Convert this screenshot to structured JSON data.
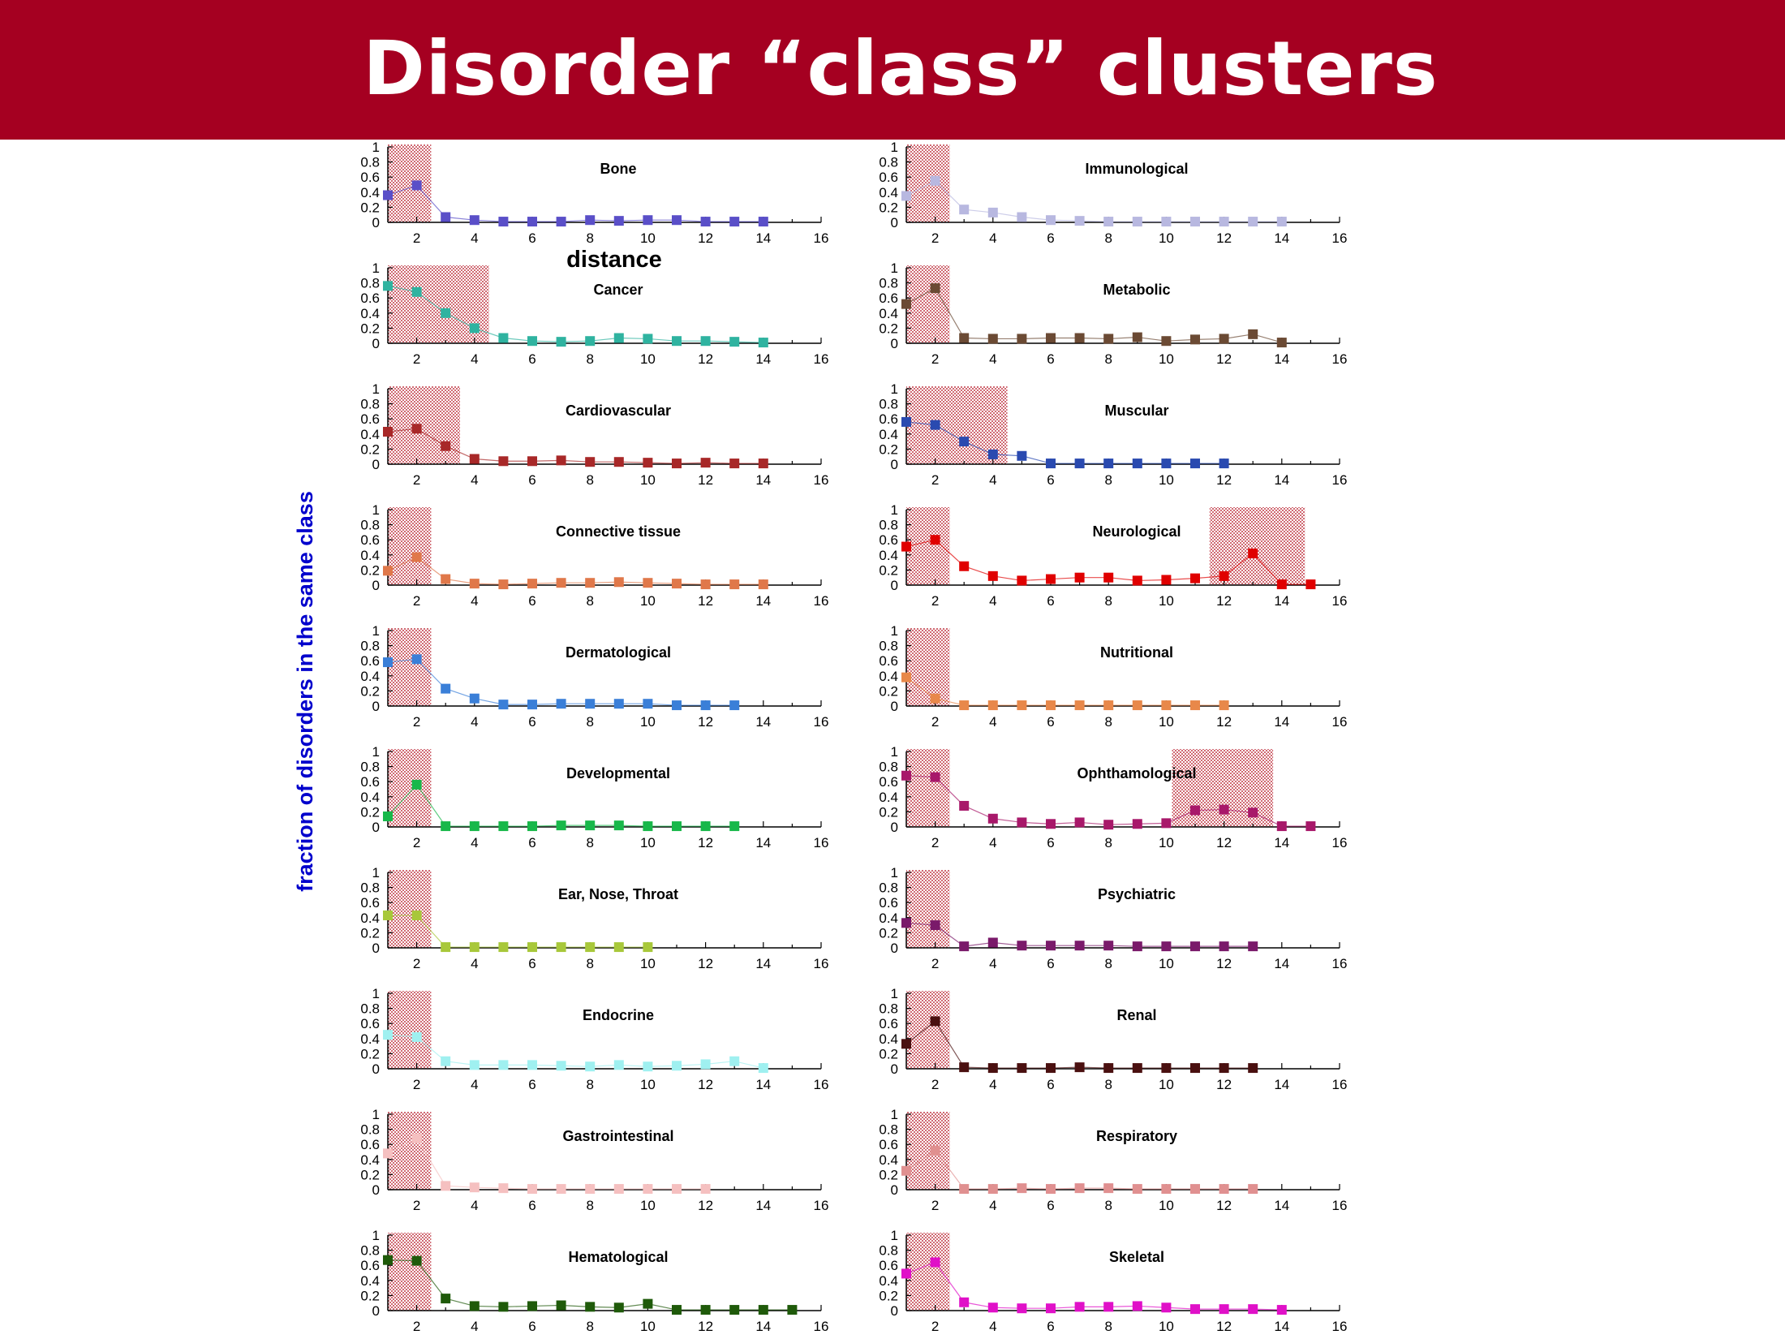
{
  "page": {
    "title": "Disorder “class” clusters",
    "xlabel": "distance",
    "ylabel": "fraction of disorders in the same class"
  },
  "colors": {
    "banner": "#a50021",
    "ylabel": "#0000cc",
    "shade": "#c8505a"
  },
  "chart_data": [
    {
      "type": "line",
      "title": "Bone",
      "column": "left",
      "color": "#5a4fc8",
      "xlim": [
        1,
        16
      ],
      "ylim": [
        0,
        1
      ],
      "x": [
        1,
        2,
        3,
        4,
        5,
        6,
        7,
        8,
        9,
        10,
        11,
        12,
        13,
        14
      ],
      "y": [
        0.36,
        0.49,
        0.07,
        0.03,
        0.01,
        0.01,
        0.01,
        0.03,
        0.02,
        0.03,
        0.03,
        0.01,
        0.01,
        0.01
      ],
      "highlight": [
        [
          1,
          2.5
        ]
      ]
    },
    {
      "type": "line",
      "title": "Cancer",
      "column": "left",
      "color": "#2fb3a0",
      "xlim": [
        1,
        16
      ],
      "ylim": [
        0,
        1
      ],
      "x": [
        1,
        2,
        3,
        4,
        5,
        6,
        7,
        8,
        9,
        10,
        11,
        12,
        13,
        14
      ],
      "y": [
        0.76,
        0.68,
        0.4,
        0.2,
        0.07,
        0.03,
        0.02,
        0.03,
        0.07,
        0.06,
        0.03,
        0.03,
        0.02,
        0.01
      ],
      "highlight": [
        [
          1,
          2.5
        ],
        [
          2.5,
          4.5
        ]
      ]
    },
    {
      "type": "line",
      "title": "Cardiovascular",
      "column": "left",
      "color": "#a82828",
      "xlim": [
        1,
        16
      ],
      "ylim": [
        0,
        1
      ],
      "x": [
        1,
        2,
        3,
        4,
        5,
        6,
        7,
        8,
        9,
        10,
        11,
        12,
        13,
        14
      ],
      "y": [
        0.43,
        0.47,
        0.24,
        0.07,
        0.04,
        0.04,
        0.05,
        0.03,
        0.03,
        0.02,
        0.01,
        0.02,
        0.01,
        0.01
      ],
      "highlight": [
        [
          1,
          2.5
        ],
        [
          2.5,
          3.5
        ]
      ]
    },
    {
      "type": "line",
      "title": "Connective tissue",
      "column": "left",
      "color": "#e0784a",
      "xlim": [
        1,
        16
      ],
      "ylim": [
        0,
        1
      ],
      "x": [
        1,
        2,
        3,
        4,
        5,
        6,
        7,
        8,
        9,
        10,
        11,
        12,
        13,
        14
      ],
      "y": [
        0.19,
        0.37,
        0.08,
        0.02,
        0.01,
        0.02,
        0.03,
        0.03,
        0.04,
        0.03,
        0.02,
        0.01,
        0.01,
        0.01
      ],
      "highlight": [
        [
          1,
          2.5
        ]
      ]
    },
    {
      "type": "line",
      "title": "Dermatological",
      "column": "left",
      "color": "#3a7fd8",
      "xlim": [
        1,
        16
      ],
      "ylim": [
        0,
        1
      ],
      "x": [
        1,
        2,
        3,
        4,
        5,
        6,
        7,
        8,
        9,
        10,
        11,
        12,
        13
      ],
      "y": [
        0.58,
        0.62,
        0.23,
        0.1,
        0.02,
        0.02,
        0.03,
        0.03,
        0.03,
        0.03,
        0.01,
        0.01,
        0.01
      ],
      "highlight": [
        [
          1,
          2.5
        ]
      ]
    },
    {
      "type": "line",
      "title": "Developmental",
      "column": "left",
      "color": "#18b84a",
      "xlim": [
        1,
        16
      ],
      "ylim": [
        0,
        1
      ],
      "x": [
        1,
        2,
        3,
        4,
        5,
        6,
        7,
        8,
        9,
        10,
        11,
        12,
        13
      ],
      "y": [
        0.14,
        0.56,
        0.01,
        0.01,
        0.01,
        0.01,
        0.02,
        0.02,
        0.02,
        0.01,
        0.01,
        0.01,
        0.01
      ],
      "highlight": [
        [
          1,
          2.5
        ]
      ]
    },
    {
      "type": "line",
      "title": "Ear, Nose, Throat",
      "column": "left",
      "color": "#a8c83a",
      "xlim": [
        1,
        16
      ],
      "ylim": [
        0,
        1
      ],
      "x": [
        1,
        2,
        3,
        4,
        5,
        6,
        7,
        8,
        9,
        10
      ],
      "y": [
        0.43,
        0.43,
        0.01,
        0.01,
        0.01,
        0.01,
        0.01,
        0.01,
        0.01,
        0.01
      ],
      "highlight": [
        [
          1,
          2.5
        ]
      ]
    },
    {
      "type": "line",
      "title": "Endocrine",
      "column": "left",
      "color": "#9ff0f0",
      "xlim": [
        1,
        16
      ],
      "ylim": [
        0,
        1
      ],
      "x": [
        1,
        2,
        3,
        4,
        5,
        6,
        7,
        8,
        9,
        10,
        11,
        12,
        13,
        14
      ],
      "y": [
        0.45,
        0.42,
        0.1,
        0.05,
        0.05,
        0.05,
        0.04,
        0.03,
        0.05,
        0.03,
        0.04,
        0.06,
        0.1,
        0.01
      ],
      "highlight": [
        [
          1,
          2.5
        ]
      ]
    },
    {
      "type": "line",
      "title": "Gastrointestinal",
      "column": "left",
      "color": "#f5c0c0",
      "xlim": [
        1,
        16
      ],
      "ylim": [
        0,
        1
      ],
      "x": [
        1,
        2,
        3,
        4,
        5,
        6,
        7,
        8,
        9,
        10,
        11,
        12
      ],
      "y": [
        0.48,
        0.68,
        0.05,
        0.03,
        0.02,
        0.01,
        0.01,
        0.01,
        0.01,
        0.01,
        0.01,
        0.01
      ],
      "highlight": [
        [
          1,
          2.5
        ]
      ]
    },
    {
      "type": "line",
      "title": "Hematological",
      "column": "left",
      "color": "#1f5a0a",
      "xlim": [
        1,
        16
      ],
      "ylim": [
        0,
        1
      ],
      "x": [
        1,
        2,
        3,
        4,
        5,
        6,
        7,
        8,
        9,
        10,
        11,
        12,
        13,
        14,
        15
      ],
      "y": [
        0.67,
        0.66,
        0.16,
        0.06,
        0.05,
        0.06,
        0.07,
        0.05,
        0.04,
        0.09,
        0.01,
        0.01,
        0.01,
        0.01,
        0.01
      ],
      "highlight": [
        [
          1,
          2.5
        ]
      ]
    },
    {
      "type": "line",
      "title": "Immunological",
      "column": "right",
      "color": "#b8b8e0",
      "xlim": [
        1,
        16
      ],
      "ylim": [
        0,
        1
      ],
      "x": [
        1,
        2,
        3,
        4,
        5,
        6,
        7,
        8,
        9,
        10,
        11,
        12,
        13,
        14
      ],
      "y": [
        0.35,
        0.55,
        0.17,
        0.13,
        0.07,
        0.03,
        0.02,
        0.01,
        0.01,
        0.01,
        0.01,
        0.01,
        0.01,
        0.01
      ],
      "highlight": [
        [
          1,
          2.5
        ]
      ]
    },
    {
      "type": "line",
      "title": "Metabolic",
      "column": "right",
      "color": "#6b4a34",
      "xlim": [
        1,
        16
      ],
      "ylim": [
        0,
        1
      ],
      "x": [
        1,
        2,
        3,
        4,
        5,
        6,
        7,
        8,
        9,
        10,
        11,
        12,
        13,
        14
      ],
      "y": [
        0.52,
        0.73,
        0.07,
        0.06,
        0.06,
        0.07,
        0.07,
        0.06,
        0.08,
        0.03,
        0.05,
        0.06,
        0.12,
        0.01
      ],
      "highlight": [
        [
          1,
          2.5
        ]
      ]
    },
    {
      "type": "line",
      "title": "Muscular",
      "column": "right",
      "color": "#2a4ab0",
      "xlim": [
        1,
        16
      ],
      "ylim": [
        0,
        1
      ],
      "x": [
        1,
        2,
        3,
        4,
        5,
        6,
        7,
        8,
        9,
        10,
        11,
        12
      ],
      "y": [
        0.56,
        0.52,
        0.3,
        0.13,
        0.11,
        0.01,
        0.01,
        0.01,
        0.01,
        0.01,
        0.01,
        0.01
      ],
      "highlight": [
        [
          1,
          2.5
        ],
        [
          2.5,
          4.5
        ]
      ]
    },
    {
      "type": "line",
      "title": "Neurological",
      "column": "right",
      "color": "#e00000",
      "xlim": [
        1,
        16
      ],
      "ylim": [
        0,
        1
      ],
      "x": [
        1,
        2,
        3,
        4,
        5,
        6,
        7,
        8,
        9,
        10,
        11,
        12,
        13,
        14,
        15
      ],
      "y": [
        0.51,
        0.6,
        0.25,
        0.12,
        0.06,
        0.08,
        0.1,
        0.1,
        0.06,
        0.07,
        0.09,
        0.12,
        0.42,
        0.01,
        0.01
      ],
      "highlight": [
        [
          1,
          2.5
        ],
        [
          11.5,
          14.8
        ]
      ]
    },
    {
      "type": "line",
      "title": "Nutritional",
      "column": "right",
      "color": "#e8884a",
      "xlim": [
        1,
        16
      ],
      "ylim": [
        0,
        1
      ],
      "x": [
        1,
        2,
        3,
        4,
        5,
        6,
        7,
        8,
        9,
        10,
        11,
        12
      ],
      "y": [
        0.38,
        0.1,
        0.01,
        0.01,
        0.01,
        0.01,
        0.01,
        0.01,
        0.01,
        0.01,
        0.01,
        0.01
      ],
      "highlight": [
        [
          1,
          2.5
        ]
      ]
    },
    {
      "type": "line",
      "title": "Ophthamological",
      "column": "right",
      "color": "#a8186a",
      "xlim": [
        1,
        16
      ],
      "ylim": [
        0,
        1
      ],
      "x": [
        1,
        2,
        3,
        4,
        5,
        6,
        7,
        8,
        9,
        10,
        11,
        12,
        13,
        14,
        15
      ],
      "y": [
        0.68,
        0.66,
        0.28,
        0.11,
        0.06,
        0.04,
        0.06,
        0.03,
        0.04,
        0.05,
        0.22,
        0.23,
        0.19,
        0.01,
        0.01
      ],
      "highlight": [
        [
          1,
          2.5
        ],
        [
          10.2,
          13.7
        ]
      ]
    },
    {
      "type": "line",
      "title": "Psychiatric",
      "column": "right",
      "color": "#7a1a6a",
      "xlim": [
        1,
        16
      ],
      "ylim": [
        0,
        1
      ],
      "x": [
        1,
        2,
        3,
        4,
        5,
        6,
        7,
        8,
        9,
        10,
        11,
        12,
        13
      ],
      "y": [
        0.33,
        0.3,
        0.02,
        0.07,
        0.03,
        0.03,
        0.03,
        0.03,
        0.02,
        0.02,
        0.02,
        0.02,
        0.02
      ],
      "highlight": [
        [
          1,
          2.5
        ]
      ]
    },
    {
      "type": "line",
      "title": "Renal",
      "column": "right",
      "color": "#4a1010",
      "xlim": [
        1,
        16
      ],
      "ylim": [
        0,
        1
      ],
      "x": [
        1,
        2,
        3,
        4,
        5,
        6,
        7,
        8,
        9,
        10,
        11,
        12,
        13
      ],
      "y": [
        0.33,
        0.63,
        0.02,
        0.01,
        0.01,
        0.01,
        0.02,
        0.01,
        0.01,
        0.01,
        0.01,
        0.01,
        0.01
      ],
      "highlight": [
        [
          1,
          2.5
        ]
      ]
    },
    {
      "type": "line",
      "title": "Respiratory",
      "column": "right",
      "color": "#e09090",
      "xlim": [
        1,
        16
      ],
      "ylim": [
        0,
        1
      ],
      "x": [
        1,
        2,
        3,
        4,
        5,
        6,
        7,
        8,
        9,
        10,
        11,
        12,
        13
      ],
      "y": [
        0.25,
        0.52,
        0.01,
        0.01,
        0.02,
        0.01,
        0.02,
        0.02,
        0.01,
        0.01,
        0.01,
        0.01,
        0.01
      ],
      "highlight": [
        [
          1,
          2.5
        ]
      ]
    },
    {
      "type": "line",
      "title": "Skeletal",
      "column": "right",
      "color": "#e010c8",
      "xlim": [
        1,
        16
      ],
      "ylim": [
        0,
        1
      ],
      "x": [
        1,
        2,
        3,
        4,
        5,
        6,
        7,
        8,
        9,
        10,
        11,
        12,
        13,
        14
      ],
      "y": [
        0.49,
        0.64,
        0.11,
        0.04,
        0.03,
        0.03,
        0.05,
        0.05,
        0.06,
        0.04,
        0.02,
        0.02,
        0.02,
        0.01
      ],
      "highlight": [
        [
          1,
          2.5
        ]
      ]
    }
  ]
}
